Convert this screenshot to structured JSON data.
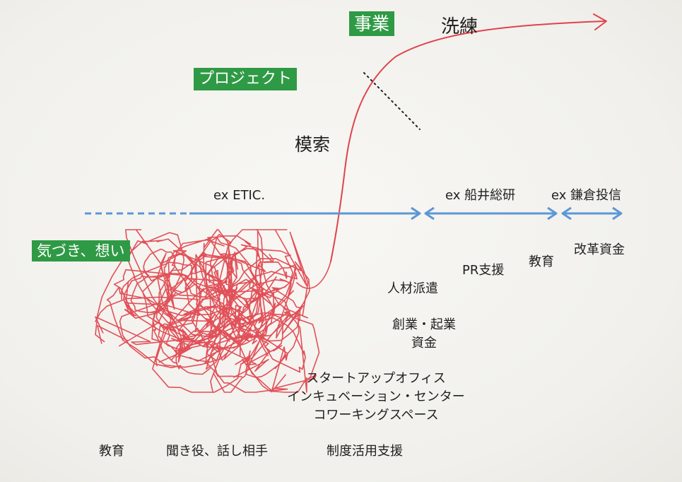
{
  "stages": {
    "business": "事業",
    "project": "プロジェクト",
    "awareness": "気づき、想い"
  },
  "phases": {
    "refine": "洗練",
    "explore": "模索"
  },
  "examples": {
    "etic": "ex ETIC.",
    "funai": "ex 船井総研",
    "kamakura": "ex 鎌倉投信"
  },
  "supports": {
    "reform_funds": "改革資金",
    "education_top": "教育",
    "pr_support": "PR支援",
    "staffing": "人材派遣",
    "startup_funds_line1": "創業・起業",
    "startup_funds_line2": "資金",
    "office_line1": "スタートアップオフィス",
    "office_line2": "インキュベーション・センター",
    "office_line3": "コワーキングスペース",
    "education_bottom": "教育",
    "listener": "聞き役、話し相手",
    "system_support": "制度活用支援"
  },
  "colors": {
    "green_label": "#2f9a45",
    "arrow_blue": "#5b97d6",
    "scribble_red": "#e0434c",
    "text": "#1f1f1f"
  }
}
